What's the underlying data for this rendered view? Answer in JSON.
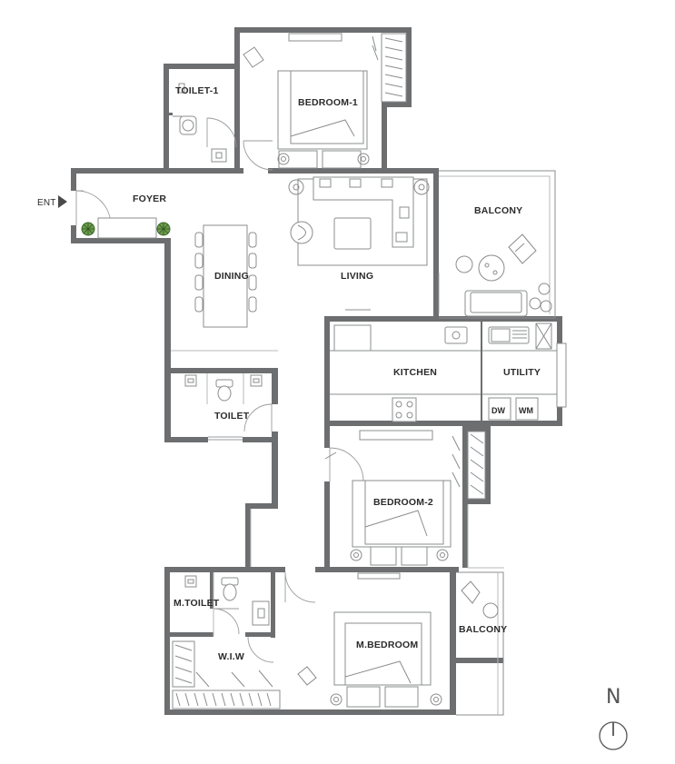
{
  "entry_label": "ENT",
  "rooms": {
    "toilet_1": "TOILET-1",
    "bedroom_1": "BEDROOM-1",
    "foyer": "FOYER",
    "balcony_1": "BALCONY",
    "dining": "DINING",
    "living": "LIVING",
    "kitchen": "KITCHEN",
    "utility": "UTILITY",
    "toilet": "TOILET",
    "bedroom_2": "BEDROOM-2",
    "m_toilet": "M.TOILET",
    "wiw": "W.I.W",
    "m_bedroom": "M.BEDROOM",
    "balcony_2": "BALCONY"
  },
  "appliances": {
    "dw": "DW",
    "wm": "WM"
  },
  "north_label": "N",
  "colors": {
    "wall": "#6d6e70",
    "line": "#8b8c8e",
    "plant": "#4e7d3a"
  }
}
